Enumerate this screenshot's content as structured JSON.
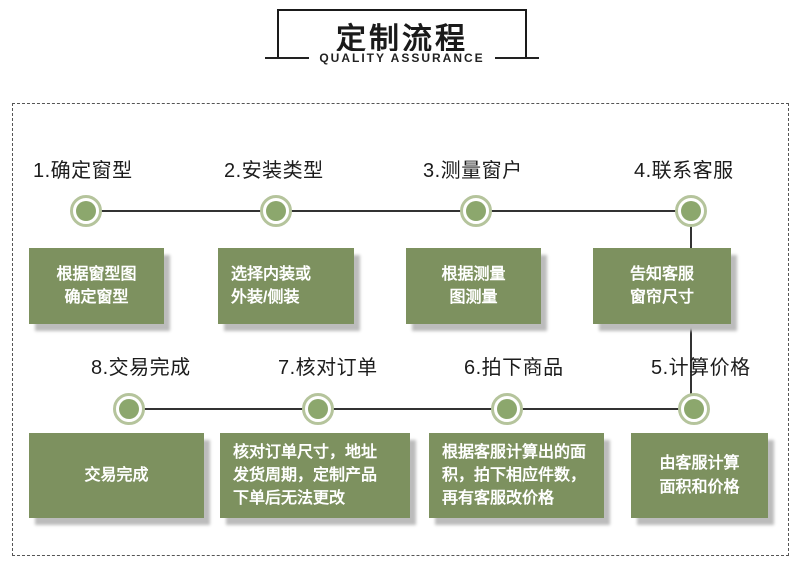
{
  "header": {
    "title": "定制流程",
    "subtitle": "QUALITY ASSURANCE"
  },
  "colors": {
    "box_green": "#7d915f",
    "circle_fill": "#8ca76d",
    "circle_ring": "#b5c49c",
    "connector_line": "#333333",
    "dashed_border": "#555555",
    "box_shadow": "#bcbcbc",
    "text_dark": "#1c1c1c",
    "box_text": "#ffffff"
  },
  "flow": {
    "steps": [
      {
        "label": "1.确定窗型",
        "box": [
          "根据窗型图",
          "确定窗型"
        ]
      },
      {
        "label": "2.安装类型",
        "box": [
          "选择内装或",
          "外装/侧装"
        ]
      },
      {
        "label": "3.测量窗户",
        "box": [
          "根据测量",
          "图测量"
        ]
      },
      {
        "label": "4.联系客服",
        "box": [
          "告知客服",
          "窗帘尺寸"
        ]
      },
      {
        "label": "5.计算价格",
        "box": [
          "由客服计算",
          "面积和价格"
        ]
      },
      {
        "label": "6.拍下商品",
        "box": [
          "根据客服计算出的面",
          "积，拍下相应件数，",
          "再有客服改价格"
        ]
      },
      {
        "label": "7.核对订单",
        "box": [
          "核对订单尺寸，地址",
          "发货周期，定制产品",
          "下单后无法更改"
        ]
      },
      {
        "label": "8.交易完成",
        "box": [
          "交易完成"
        ]
      }
    ]
  }
}
